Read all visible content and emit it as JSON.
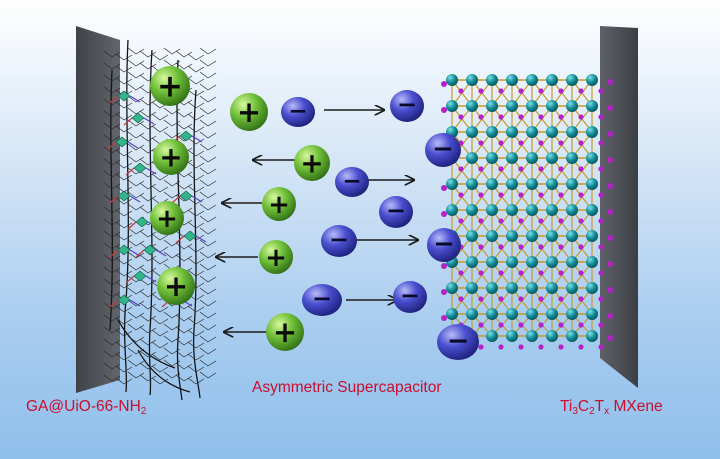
{
  "labels": {
    "left_electrode": {
      "main": "GA@UiO-66-NH",
      "sub": "2"
    },
    "center": "Asymmetric Supercapacitor",
    "right_electrode": {
      "p1": "Ti",
      "s1": "3",
      "p2": "C",
      "s2": "2",
      "p3": "T",
      "s3": "x",
      "p4": " MXene"
    }
  },
  "ions": {
    "cation_symbol": "+",
    "anion_symbol": "−"
  },
  "colors": {
    "cation": "#5fae2e",
    "anion": "#3a3fb8",
    "electrode": "#55585d",
    "label": "#c8102e",
    "mxene_metal": "#137a86",
    "mxene_termination": "#b422c8",
    "mxene_bond": "#c89a2a"
  }
}
